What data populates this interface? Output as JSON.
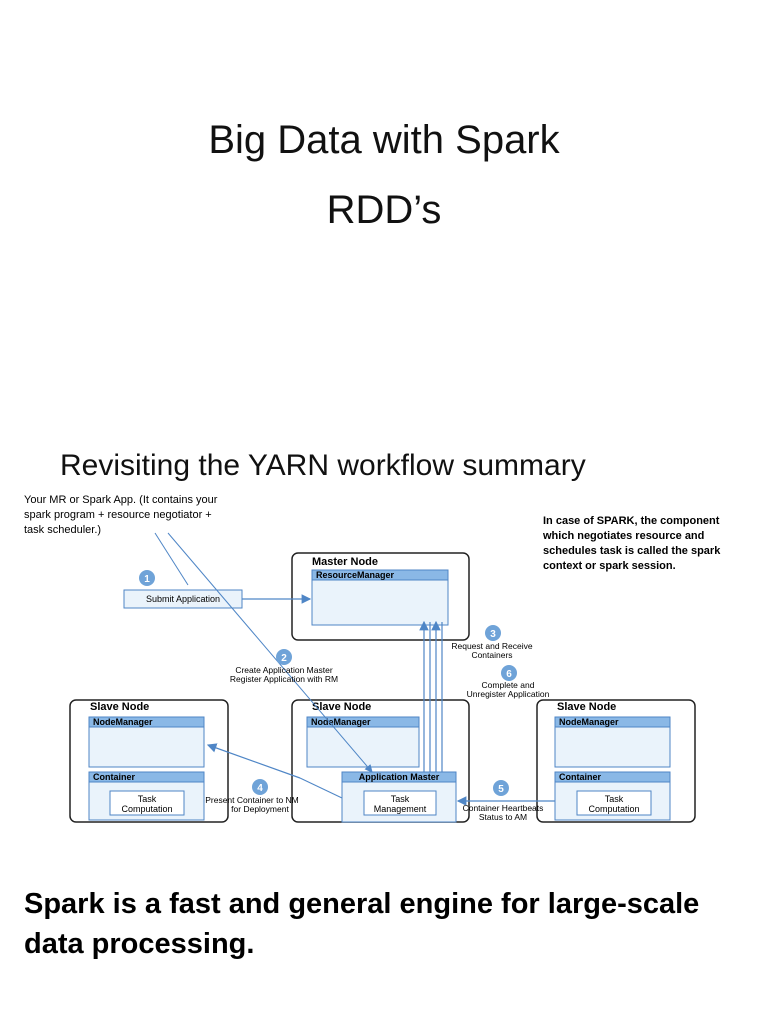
{
  "slide": {
    "title_line1": "Big Data with Spark",
    "title_line2": "RDD’s",
    "subtitle": "Revisiting the YARN workflow summary",
    "bottom_text": "Spark is a fast and general engine for large-scale data processing."
  },
  "notes": {
    "left": "Your MR or Spark App. (It contains your spark program + resource negotiator + task scheduler.)",
    "right": "In case of SPARK, the component which negotiates resource and schedules task is called the spark context or spark session."
  },
  "diagram": {
    "master_node": {
      "title": "Master Node",
      "component": "ResourceManager"
    },
    "slave_left": {
      "title": "Slave Node",
      "node_manager": "NodeManager",
      "container": "Container",
      "task": [
        "Task",
        "Computation"
      ]
    },
    "slave_center": {
      "title": "Slave Node",
      "node_manager": "NodeManager",
      "app_master": "Application Master",
      "task": [
        "Task",
        "Management"
      ]
    },
    "slave_right": {
      "title": "Slave Node",
      "node_manager": "NodeManager",
      "container": "Container",
      "task": [
        "Task",
        "Computation"
      ]
    },
    "submit_box": "Submit Application",
    "steps": [
      {
        "num": "1"
      },
      {
        "num": "2",
        "label": [
          "Create Application Master",
          "Register Application with RM"
        ]
      },
      {
        "num": "3",
        "label": [
          "Request and Receive",
          "Containers"
        ]
      },
      {
        "num": "4",
        "label": [
          "Present Container to NM",
          "for Deployment"
        ]
      },
      {
        "num": "5",
        "label": [
          "Container Heartbeats",
          "Status to AM"
        ]
      },
      {
        "num": "6",
        "label": [
          "Complete and",
          "Unregister Application"
        ]
      }
    ],
    "colors": {
      "box_border": "#222222",
      "header_fill": "#8ab8e6",
      "panel_fill": "#eaf3fb",
      "arrow": "#4f86c6",
      "badge": "#6fa3d8"
    }
  }
}
